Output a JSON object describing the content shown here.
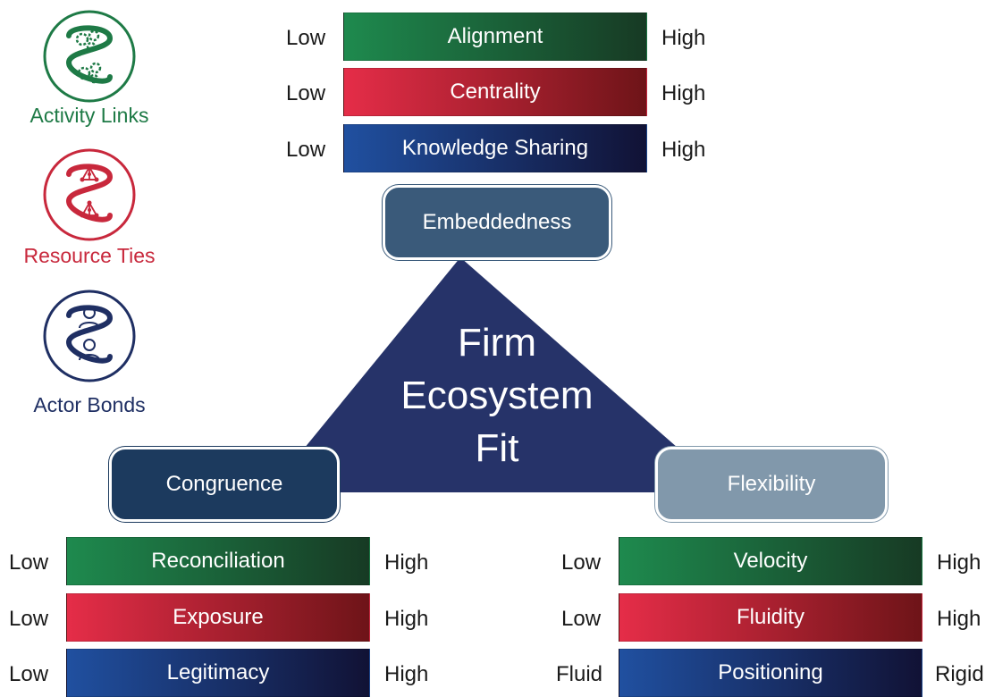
{
  "legend": {
    "activity_links": {
      "label": "Activity Links",
      "color": "#1e7a46",
      "icon": "gears-icon"
    },
    "resource_ties": {
      "label": "Resource Ties",
      "color": "#c8283c",
      "icon": "network-icon"
    },
    "actor_bonds": {
      "label": "Actor Bonds",
      "color": "#1f2f63",
      "icon": "people-icon"
    }
  },
  "center": {
    "line1": "Firm",
    "line2": "Ecosystem",
    "line3": "Fit",
    "color": "#263369"
  },
  "nodes": {
    "embeddedness": {
      "label": "Embeddedness",
      "color": "#3a5a7a"
    },
    "congruence": {
      "label": "Congruence",
      "color": "#1c3a5e"
    },
    "flexibility": {
      "label": "Flexibility",
      "color": "#8198ab"
    }
  },
  "scales": {
    "embeddedness": [
      {
        "left": "Low",
        "label": "Alignment",
        "right": "High",
        "color": "green"
      },
      {
        "left": "Low",
        "label": "Centrality",
        "right": "High",
        "color": "red"
      },
      {
        "left": "Low",
        "label": "Knowledge Sharing",
        "right": "High",
        "color": "blue"
      }
    ],
    "congruence": [
      {
        "left": "Low",
        "label": "Reconciliation",
        "right": "High",
        "color": "green"
      },
      {
        "left": "Low",
        "label": "Exposure",
        "right": "High",
        "color": "red"
      },
      {
        "left": "Low",
        "label": "Legitimacy",
        "right": "High",
        "color": "blue"
      }
    ],
    "flexibility": [
      {
        "left": "Low",
        "label": "Velocity",
        "right": "High",
        "color": "green"
      },
      {
        "left": "Low",
        "label": "Fluidity",
        "right": "High",
        "color": "red"
      },
      {
        "left": "Fluid",
        "label": "Positioning",
        "right": "Rigid",
        "color": "blue"
      }
    ]
  }
}
